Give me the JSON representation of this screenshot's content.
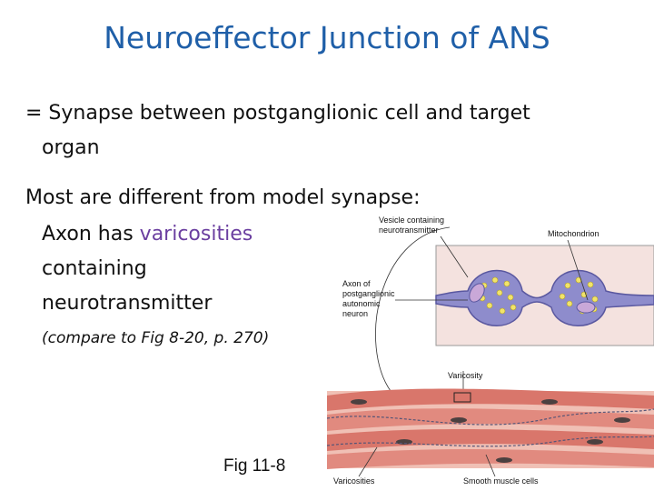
{
  "slide": {
    "title": "Neuroeffector Junction of ANS",
    "definition_line1": "= Synapse between postganglionic cell and target",
    "definition_line2": "organ",
    "point_heading": "Most are different from model synapse:",
    "axon_prefix": "Axon has ",
    "axon_highlight": "varicosities",
    "axon_line2": "containing",
    "axon_line3": "neurotransmitter",
    "compare_note": "(compare to Fig 8-20, p. 270)",
    "figure_caption": "Fig 11-8"
  },
  "figure": {
    "label_vesicle_1": "Vesicle containing",
    "label_vesicle_2": "neurotransmitter",
    "label_mitochondrion": "Mitochondrion",
    "label_axon_1": "Axon of",
    "label_axon_2": "postganglionic",
    "label_axon_3": "autonomic",
    "label_axon_4": "neuron",
    "label_varicosity": "Varicosity",
    "label_varicosities": "Varicosities",
    "label_smooth_muscle": "Smooth muscle cells"
  },
  "colors": {
    "title": "#1f5fa8",
    "highlight": "#6b3fa0",
    "axon_fill": "#8e8ccc",
    "muscle_fill": "#d9766b",
    "vesicle_fill": "#f2e46a"
  }
}
